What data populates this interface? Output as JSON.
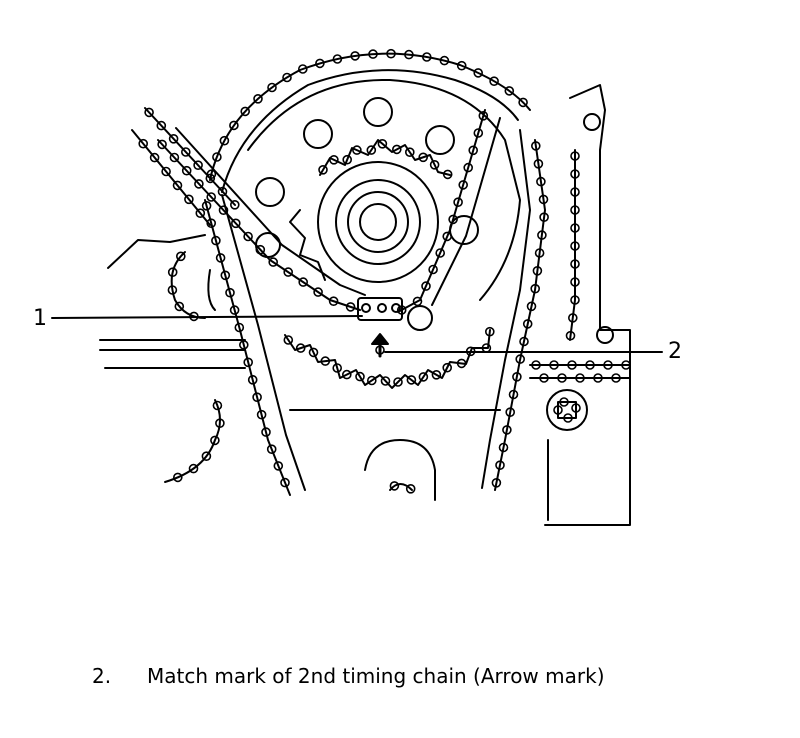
{
  "callouts": {
    "label_1": "1",
    "label_2": "2"
  },
  "caption": {
    "number": "2.",
    "text": "Match mark of 2nd timing chain (Arrow mark)"
  },
  "colors": {
    "ink": "#000000",
    "paper": "#ffffff"
  }
}
